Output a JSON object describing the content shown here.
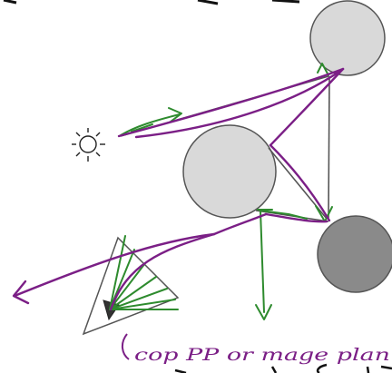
{
  "diagram": {
    "elements": {
      "light_source": "sun-icon",
      "spheres": [
        "sphere-top-right",
        "sphere-center",
        "sphere-bottom-right-dark"
      ],
      "camera": "camera-icon"
    },
    "annotation_text": "cop PP or mage plan",
    "colors": {
      "ray_purple": "#7b1f86",
      "normal_green": "#2e8b2e",
      "sphere_light_fill": "#d9d9d9",
      "sphere_dark_fill": "#8a8a8a",
      "outline_gray": "#555555",
      "ink_black": "#111111"
    }
  }
}
